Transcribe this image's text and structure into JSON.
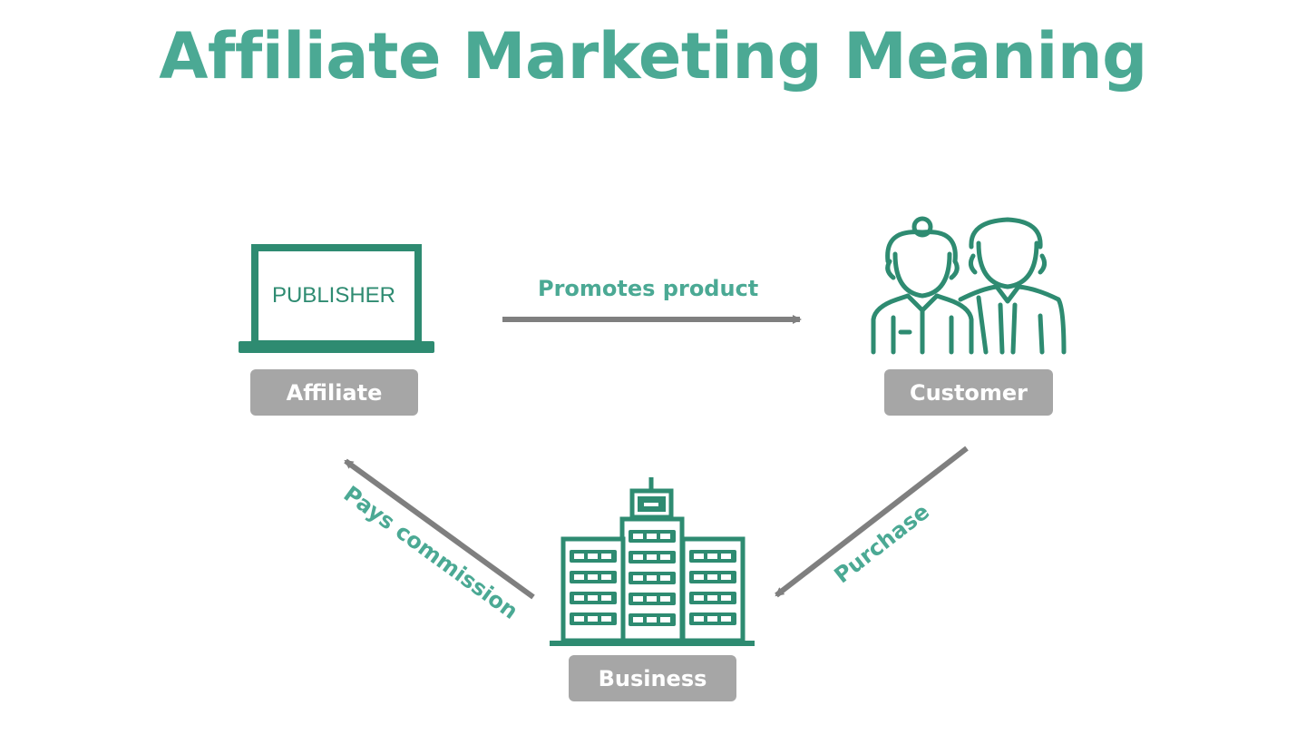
{
  "title": "Affiliate Marketing Meaning",
  "colors": {
    "accent": "#4ba994",
    "icon_stroke": "#2e8b71",
    "arrow": "#7f7f7f",
    "label_bg": "#a6a6a6",
    "label_text": "#ffffff"
  },
  "nodes": {
    "affiliate": {
      "label": "Affiliate",
      "icon": "laptop-icon",
      "screen_text": "PUBLISHER"
    },
    "customer": {
      "label": "Customer",
      "icon": "people-icon"
    },
    "business": {
      "label": "Business",
      "icon": "building-icon"
    }
  },
  "edges": {
    "promotes": {
      "label": "Promotes product",
      "from": "Affiliate",
      "to": "Customer"
    },
    "purchase": {
      "label": "Purchase",
      "from": "Customer",
      "to": "Business"
    },
    "commission": {
      "label": "Pays commission",
      "from": "Business",
      "to": "Affiliate"
    }
  }
}
